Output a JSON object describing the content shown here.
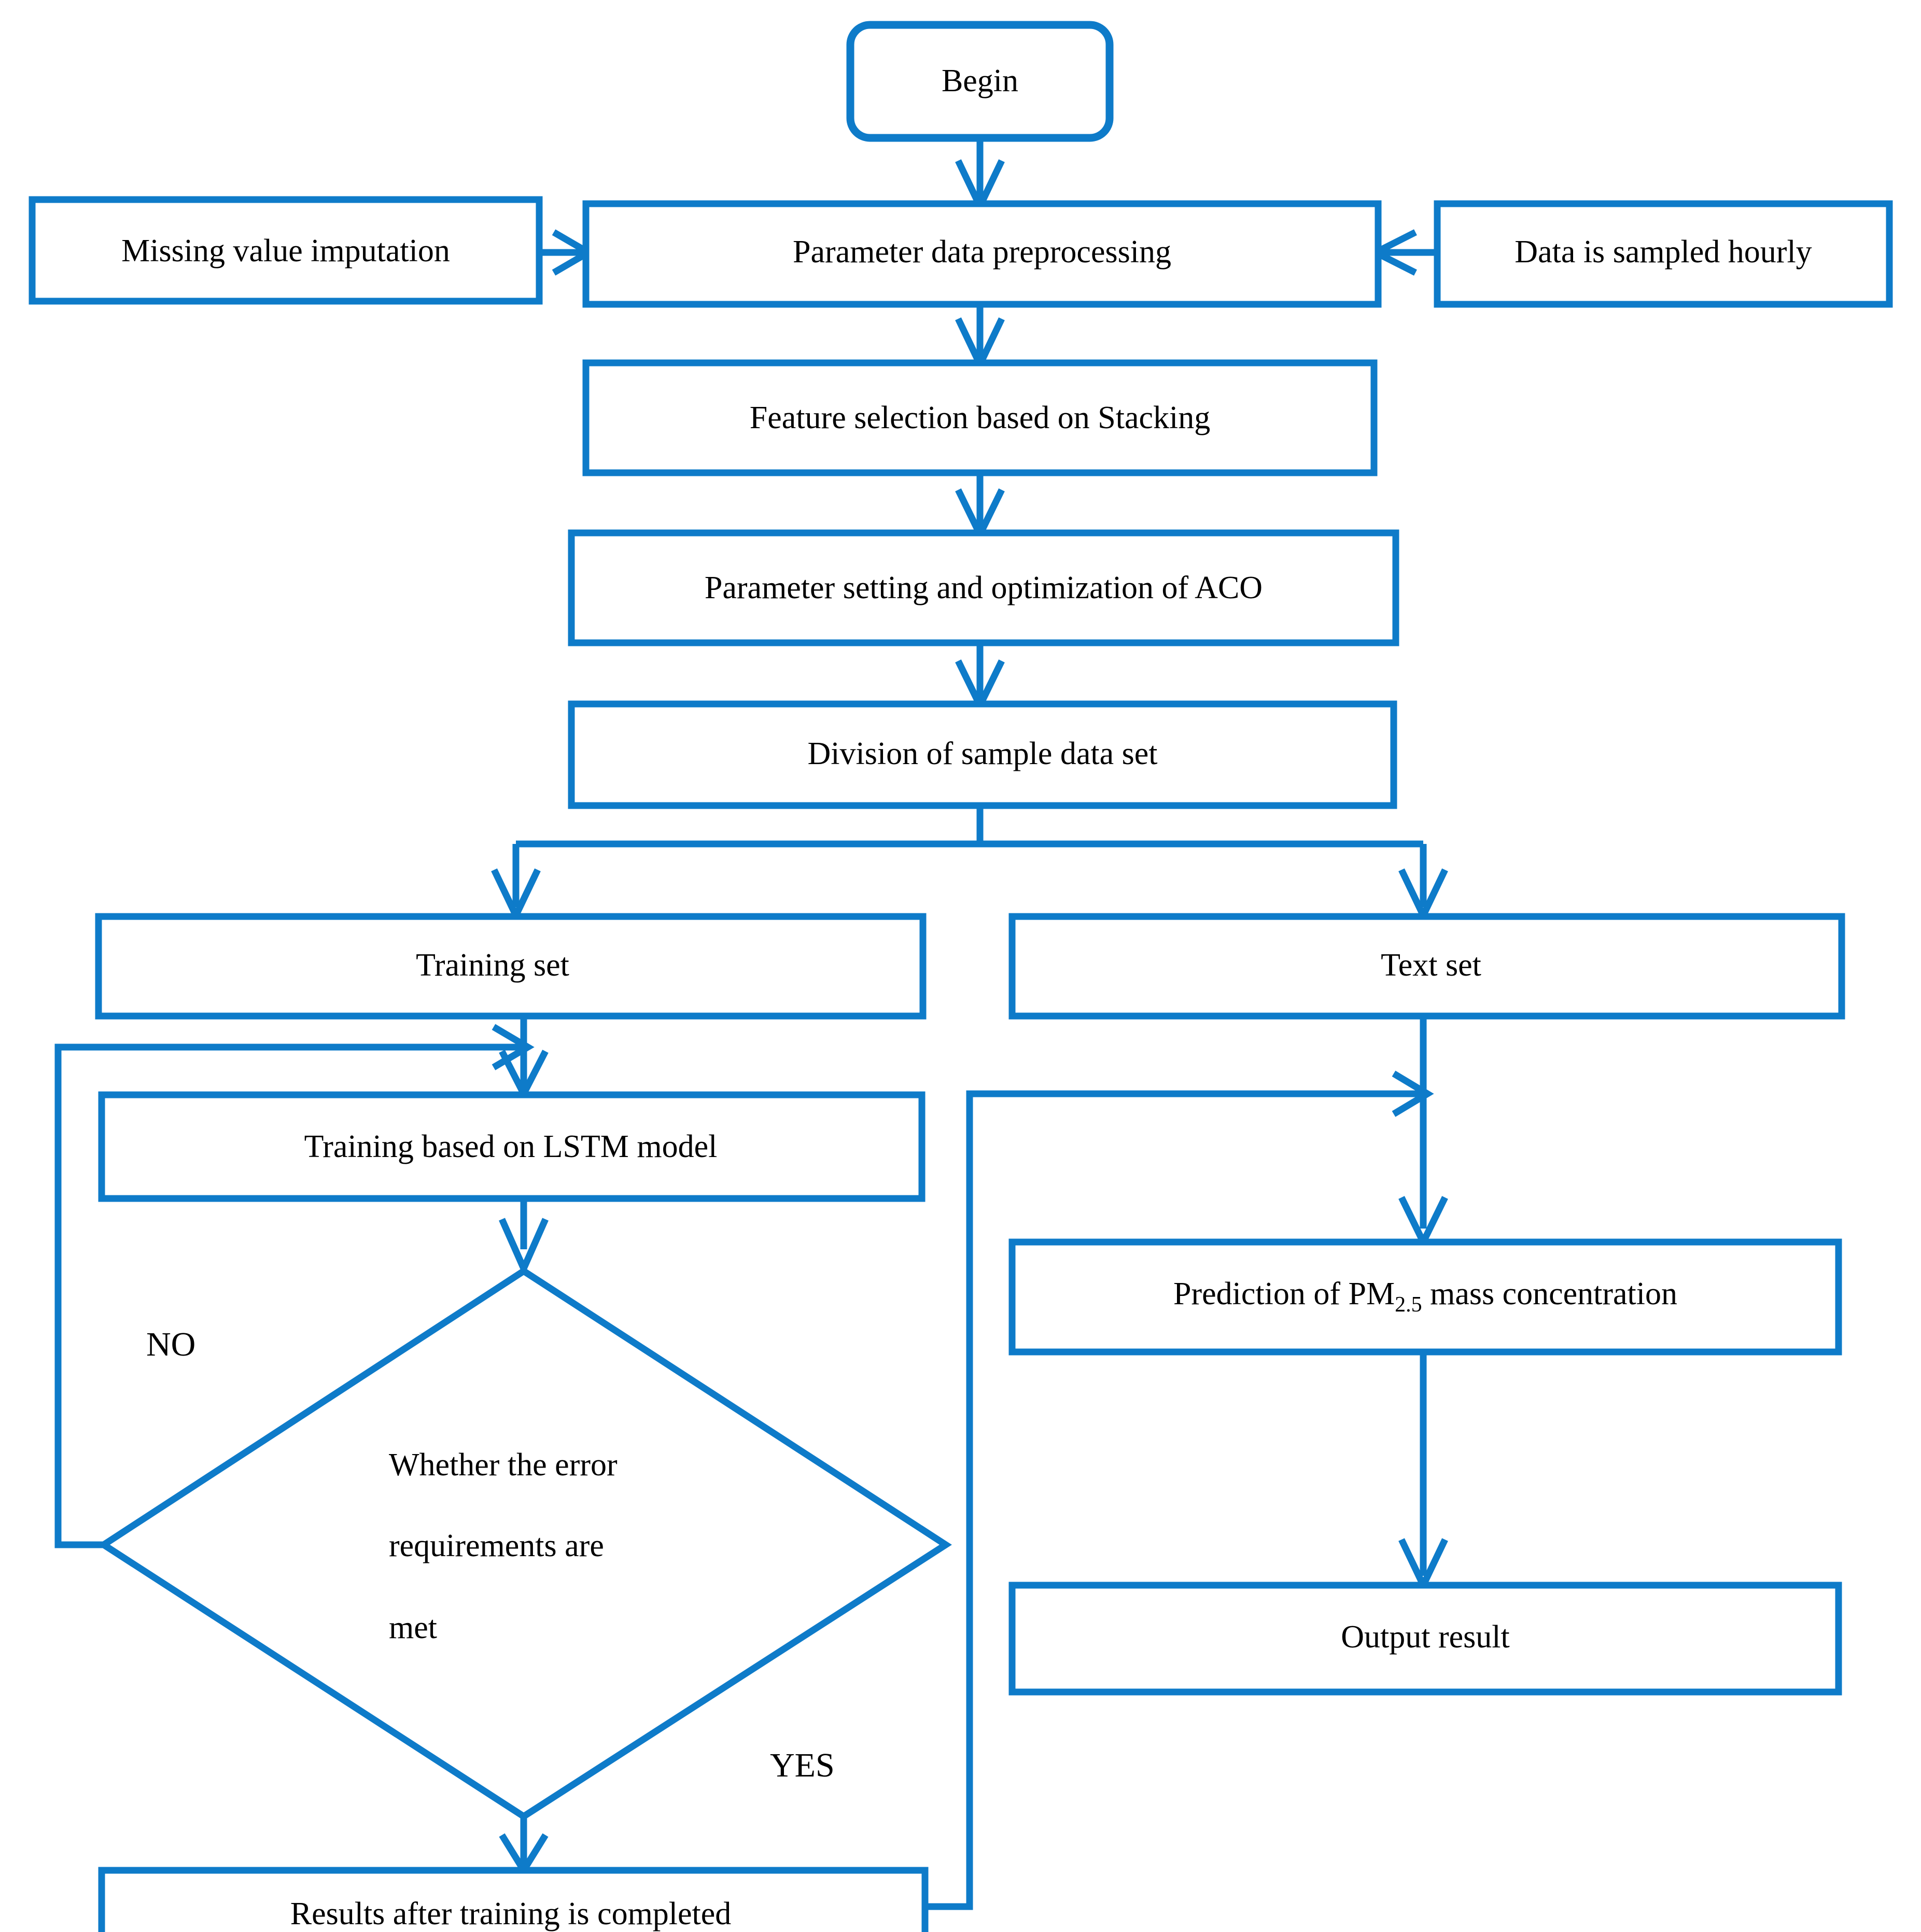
{
  "diagram": {
    "title": "PM2.5 prediction model flowchart",
    "accent_color": "#0E7BC9",
    "background_color": "#FFFFFF",
    "text_color": "#000000"
  },
  "nodes": {
    "begin": {
      "label": "Begin",
      "shape": "rounded-rect"
    },
    "missing_value": {
      "label": "Missing value imputation",
      "shape": "rect"
    },
    "preprocessing": {
      "label": "Parameter data preprocessing",
      "shape": "rect"
    },
    "sampled_hourly": {
      "label": "Data is sampled hourly",
      "shape": "rect"
    },
    "feature_selection": {
      "label": "Feature selection based on Stacking",
      "shape": "rect"
    },
    "aco": {
      "label": "Parameter setting and optimization of ACO",
      "shape": "rect"
    },
    "division": {
      "label": "Division of sample data set",
      "shape": "rect"
    },
    "training_set": {
      "label": "Training set",
      "shape": "rect"
    },
    "text_set": {
      "label": "Text set",
      "shape": "rect"
    },
    "lstm": {
      "label": "Training based on LSTM model",
      "shape": "rect"
    },
    "decision": {
      "shape": "diamond",
      "line1": "Whether the error",
      "line2": "requirements are",
      "line3": "met"
    },
    "results": {
      "label": "Results after training is completed",
      "shape": "rect"
    },
    "prediction": {
      "shape": "rect",
      "prefix": "Prediction of PM",
      "subscript": "2.5",
      "suffix": " mass concentration"
    },
    "output": {
      "label": "Output result",
      "shape": "rect"
    }
  },
  "edge_labels": {
    "no": "NO",
    "yes": "YES"
  }
}
